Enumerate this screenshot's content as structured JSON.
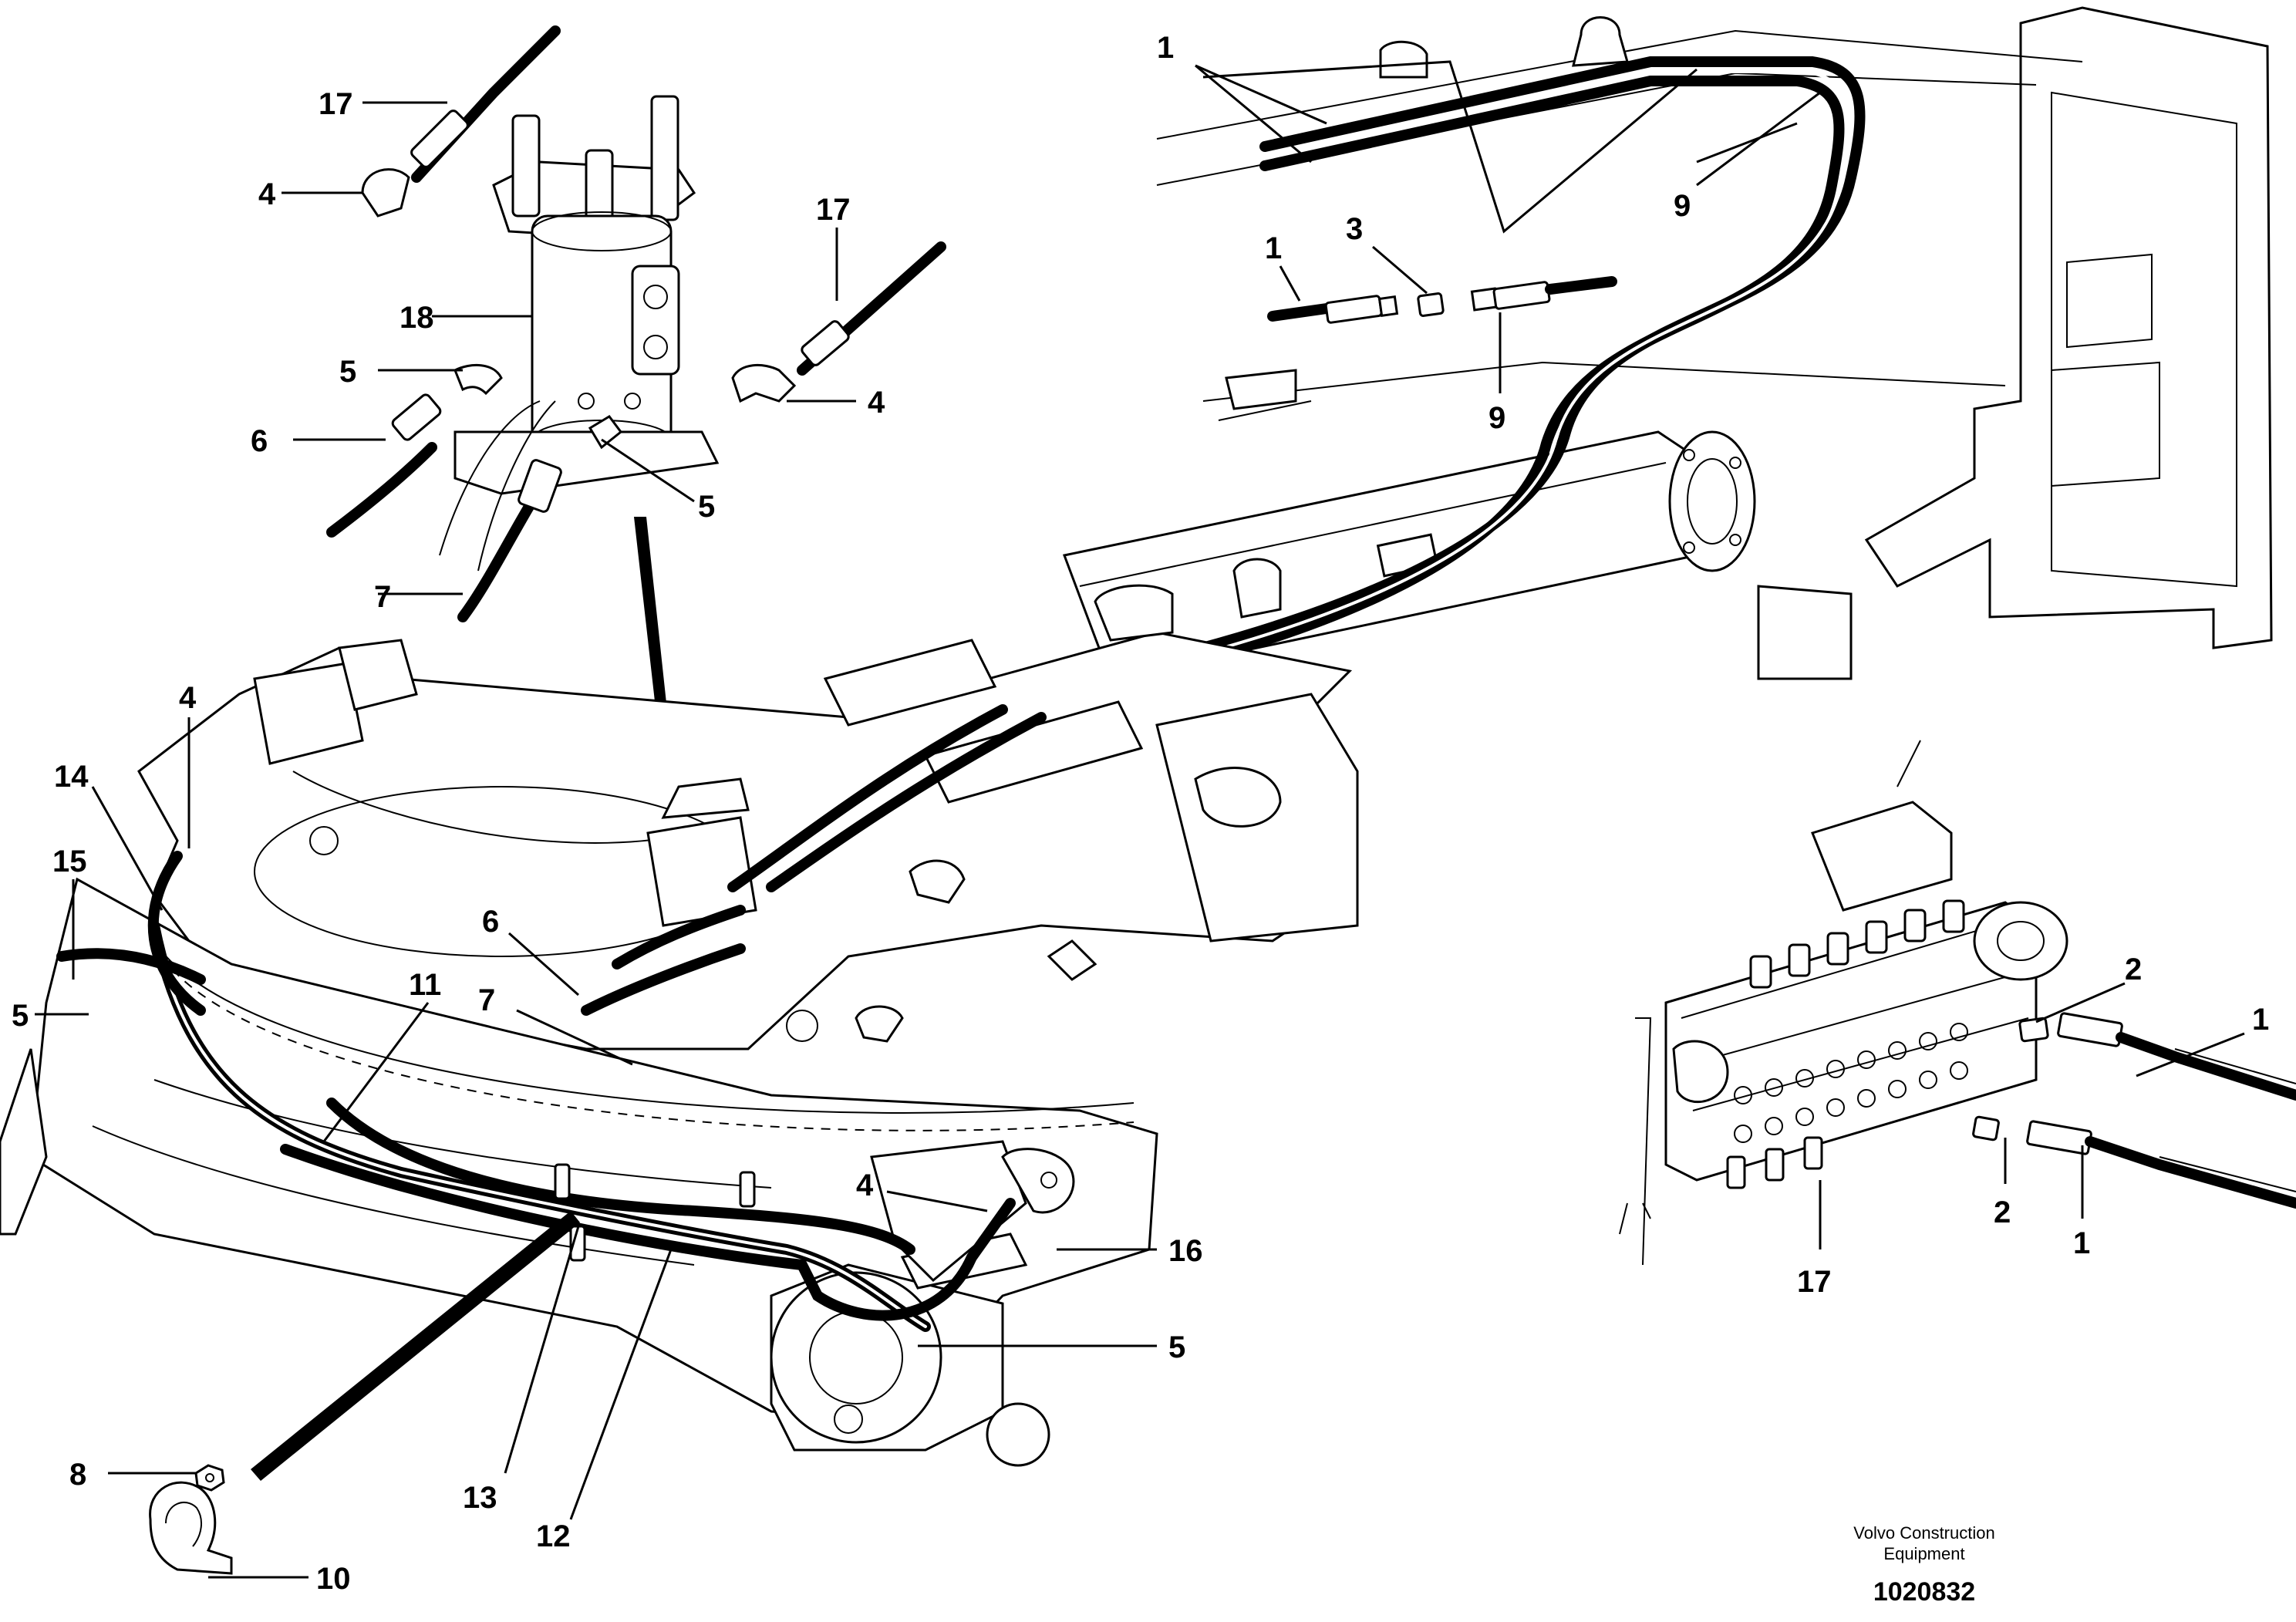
{
  "diagram": {
    "callouts": [
      {
        "id": "c-1-top",
        "label": "1"
      },
      {
        "id": "c-9-top",
        "label": "9"
      },
      {
        "id": "c-1-mid",
        "label": "1"
      },
      {
        "id": "c-3",
        "label": "3"
      },
      {
        "id": "c-9-mid",
        "label": "9"
      },
      {
        "id": "c-17-top",
        "label": "17"
      },
      {
        "id": "c-4-top",
        "label": "4"
      },
      {
        "id": "c-18",
        "label": "18"
      },
      {
        "id": "c-17-mid",
        "label": "17"
      },
      {
        "id": "c-5-a",
        "label": "5"
      },
      {
        "id": "c-4-mid",
        "label": "4"
      },
      {
        "id": "c-6-a",
        "label": "6"
      },
      {
        "id": "c-5-b",
        "label": "5"
      },
      {
        "id": "c-7-a",
        "label": "7"
      },
      {
        "id": "c-4-left",
        "label": "4"
      },
      {
        "id": "c-14",
        "label": "14"
      },
      {
        "id": "c-15",
        "label": "15"
      },
      {
        "id": "c-5-left",
        "label": "5"
      },
      {
        "id": "c-6-b",
        "label": "6"
      },
      {
        "id": "c-7-b",
        "label": "7"
      },
      {
        "id": "c-11",
        "label": "11"
      },
      {
        "id": "c-4-low",
        "label": "4"
      },
      {
        "id": "c-16",
        "label": "16"
      },
      {
        "id": "c-5-low",
        "label": "5"
      },
      {
        "id": "c-8",
        "label": "8"
      },
      {
        "id": "c-10",
        "label": "10"
      },
      {
        "id": "c-13",
        "label": "13"
      },
      {
        "id": "c-12",
        "label": "12"
      },
      {
        "id": "c-2-a",
        "label": "2"
      },
      {
        "id": "c-1-r-a",
        "label": "1"
      },
      {
        "id": "c-2-b",
        "label": "2"
      },
      {
        "id": "c-1-r-b",
        "label": "1"
      },
      {
        "id": "c-17-r",
        "label": "17"
      }
    ]
  },
  "footer": {
    "brand_line1": "Volvo Construction",
    "brand_line2": "Equipment",
    "drawing_number": "1020832"
  }
}
